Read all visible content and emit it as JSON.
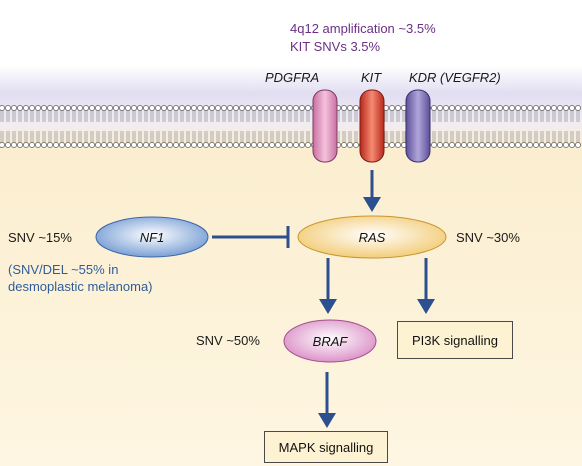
{
  "annotation": {
    "amplification": "4q12 amplification ~3.5%",
    "kit_snvs": "KIT SNVs 3.5%"
  },
  "receptors": {
    "pdgfra": "PDGFRA",
    "kit": "KIT",
    "kdr": "KDR (VEGFR2)"
  },
  "nodes": {
    "nf1": "NF1",
    "ras": "RAS",
    "braf": "BRAF",
    "pi3k": "PI3K signalling",
    "mapk": "MAPK signalling"
  },
  "labels": {
    "nf1_snv": "SNV ~15%",
    "nf1_note_line1": "(SNV/DEL ~55% in",
    "nf1_note_line2": "desmoplastic melanoma)",
    "ras_snv": "SNV ~30%",
    "braf_snv": "SNV ~50%"
  },
  "colors": {
    "membrane_top": "#d6d0ec",
    "cytoplasm": "#fbeed0",
    "pdgfra": "#e7a0c6",
    "kit": "#e4523f",
    "kdr": "#8578b8",
    "arrow": "#2c4f8f",
    "oval_blue": "#7fa6d8",
    "oval_yellow": "#f6d79a",
    "oval_pink": "#e3a6d2",
    "box_fill": "#fdf3d2",
    "annotation_text": "#6b2f86",
    "note_text": "#2f5d9a"
  }
}
